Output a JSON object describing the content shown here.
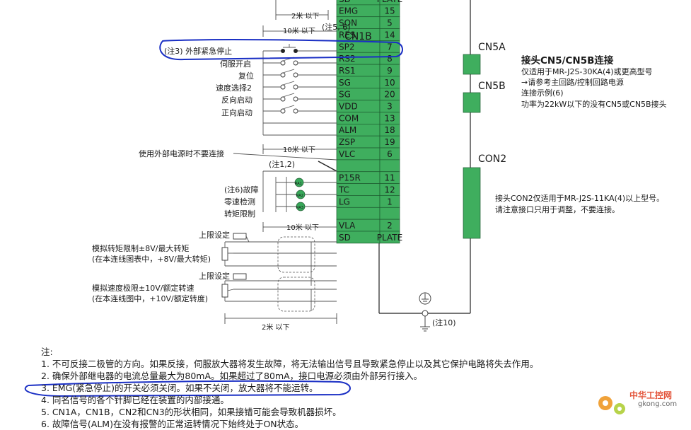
{
  "connector": {
    "title": "CN1B",
    "note_top": "(注5, 6)",
    "pins": [
      {
        "signal": "SD",
        "pin": "PLATE"
      },
      {
        "signal": "EMG",
        "pin": "15"
      },
      {
        "signal": "SON",
        "pin": "5"
      },
      {
        "signal": "RES",
        "pin": "14"
      },
      {
        "signal": "SP2",
        "pin": "7"
      },
      {
        "signal": "RS2",
        "pin": "8"
      },
      {
        "signal": "RS1",
        "pin": "9"
      },
      {
        "signal": "SG",
        "pin": "10"
      },
      {
        "signal": "SG",
        "pin": "20"
      },
      {
        "signal": "VDD",
        "pin": "3"
      },
      {
        "signal": "COM",
        "pin": "13"
      },
      {
        "signal": "ALM",
        "pin": "18"
      },
      {
        "signal": "ZSP",
        "pin": "19"
      },
      {
        "signal": "VLC",
        "pin": "6"
      },
      {
        "signal": "",
        "pin": ""
      },
      {
        "signal": "P15R",
        "pin": "11"
      },
      {
        "signal": "TC",
        "pin": "12"
      },
      {
        "signal": "LG",
        "pin": "1"
      },
      {
        "signal": "",
        "pin": ""
      },
      {
        "signal": "VLA",
        "pin": "2"
      },
      {
        "signal": "SD",
        "pin": "PLATE"
      }
    ]
  },
  "switch_labels": {
    "emg": "(注3) 外部紧急停止",
    "son": "伺服开启",
    "res": "复位",
    "sp2": "速度选择2",
    "rs2": "反向启动",
    "rs1": "正向启动"
  },
  "relay_labels": {
    "alm": "(注6)故障",
    "zsp": "零速检测",
    "vlc": "转矩限制",
    "ra1": "RA1",
    "ra2": "RA2",
    "ra3": "RA3"
  },
  "misc_labels": {
    "vdd_note": "使用外部电源时不要连接",
    "com_note": "(注1,2)",
    "upper1": "上限设定",
    "upper2": "上限设定",
    "torque1": "模拟转矩限制±8V/最大转矩",
    "torque2": "(在本连线图表中，+8V/最大转矩)",
    "speed1": "模拟速度极限±10V/额定转速",
    "speed2": "(在本连线图中，+10V/额定转度)",
    "note10": "(注10)"
  },
  "dimensions": {
    "d1": "2米 以下",
    "d2": "10米 以下",
    "d3": "10米 以下",
    "d4": "10米 以下",
    "d5": "2米 以下"
  },
  "right_side": {
    "cn5a": "CN5A",
    "cn5b": "CN5B",
    "con2": "CON2",
    "cn5_title": "接头CN5/CN5B连接",
    "cn5_lines": [
      "仅适用于MR-J2S-30KA(4)或更高型号",
      "→请参考主回路/控制回路电源",
      "连接示例(6)",
      "功率为22kW以下的没有CN5或CN5B接头"
    ],
    "con2_lines": [
      "接头CON2仅适用于MR-J2S-11KA(4)以上型号。",
      "请注意接口只用于调整，不要连接。"
    ]
  },
  "notes": {
    "title": "注:",
    "items": [
      "1. 不可反接二极管的方向。如果反接，伺服放大器将发生故障，将无法输出信号且导致紧急停止以及其它保护电路将失去作用。",
      "2. 确保外部继电器的电流总量最大为80mA。如果超过了80mA，接口电源必须由外部另行接入。",
      "3. EMG(紧急停止)的开关必须关闭。如果不关闭，放大器将不能运转。",
      "4. 同名信号的各个针脚已经在装置的内部接通。",
      "5. CN1A，CN1B，CN2和CN3的形状相同，如果接错可能会导致机器损坏。",
      "6. 故障信号(ALM)在没有报警的正常运转情况下始终处于ON状态。"
    ]
  },
  "logo": {
    "cn": "中华工控网",
    "en": "gkong.com"
  },
  "colors": {
    "connector_green": "#3fae5e",
    "annotation_blue": "#1a2fc4"
  }
}
